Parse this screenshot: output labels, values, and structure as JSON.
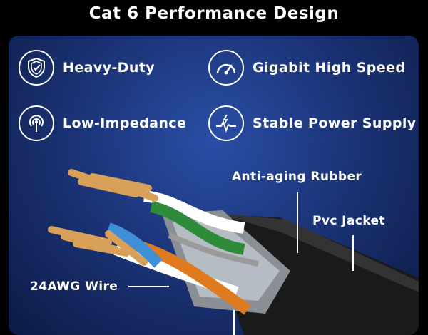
{
  "title": "Cat 6 Performance Design",
  "features": [
    {
      "label": "Heavy-Duty",
      "icon": "shield-check-icon"
    },
    {
      "label": "Gigabit High Speed",
      "icon": "speedometer-icon"
    },
    {
      "label": "Low-Impedance",
      "icon": "signal-antenna-icon"
    },
    {
      "label": "Stable Power Supply",
      "icon": "power-pulse-icon"
    }
  ],
  "callouts": {
    "rubber": "Anti-aging Rubber",
    "jacket": "Pvc Jacket",
    "wire": "24AWG Wire"
  },
  "colors": {
    "panel": "#1c3579",
    "wire_green": "#2e8b3a",
    "wire_orange": "#e07a1f",
    "wire_blue": "#3f8fd6",
    "copper": "#d9a05a"
  }
}
